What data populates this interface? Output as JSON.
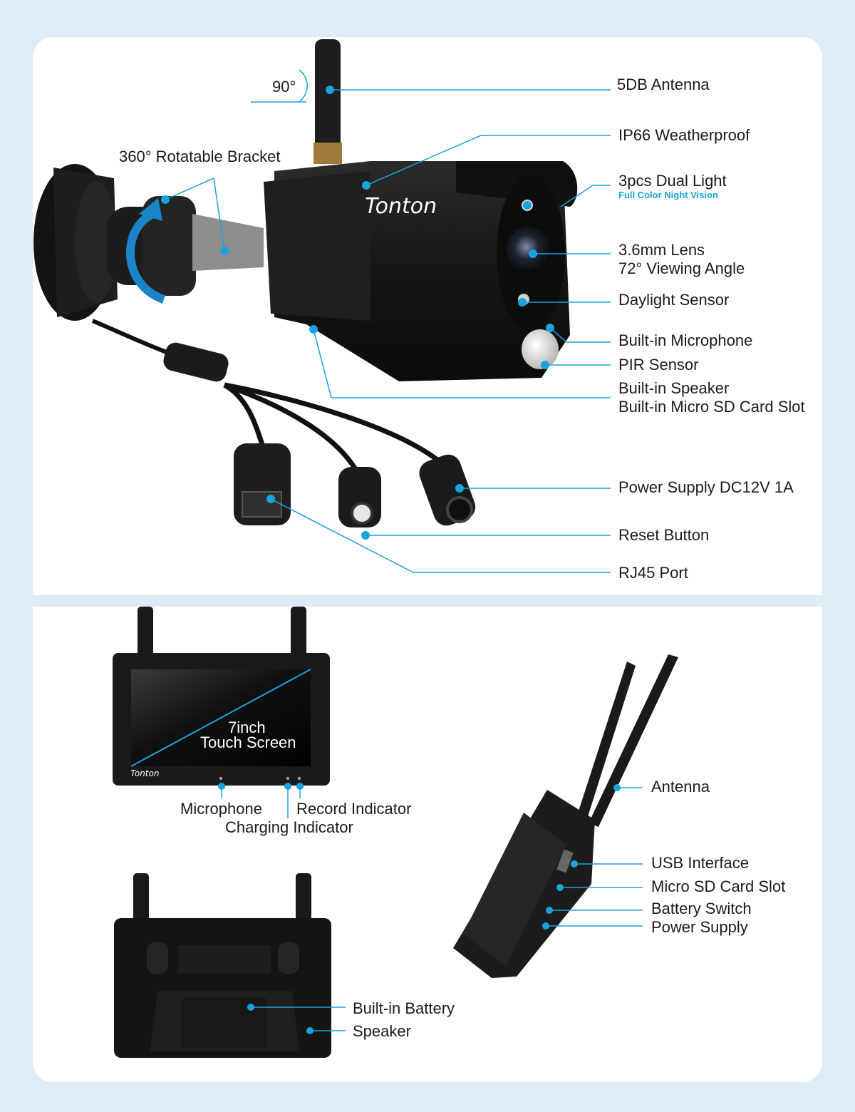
{
  "brand": "Tonton",
  "camera": {
    "angle_mark": "90°",
    "bracket": "360° Rotatable Bracket",
    "callouts": [
      "5DB Antenna",
      "IP66 Weatherproof",
      "3pcs Dual Light",
      "3.6mm Lens",
      "72° Viewing Angle",
      "Daylight Sensor",
      "Built-in Microphone",
      "PIR Sensor",
      "Built-in Speaker",
      "Built-in Micro SD Card Slot",
      "Power Supply DC12V 1A",
      "Reset Button",
      "RJ45 Port"
    ],
    "dual_light_sub": "Full Color Night Vision"
  },
  "monitor": {
    "screen_line1": "7inch",
    "screen_line2": "Touch Screen",
    "front": [
      "Microphone",
      "Record Indicator",
      "Charging Indicator"
    ],
    "back": [
      "Built-in Battery",
      "Speaker"
    ],
    "side": [
      "Antenna",
      "USB Interface",
      "Micro SD Card Slot",
      "Battery Switch",
      "Power Supply"
    ]
  },
  "colors": {
    "accent": "#1aa2dc",
    "background": "#dcedf7",
    "panel": "#ffffff",
    "device": "#151515"
  }
}
